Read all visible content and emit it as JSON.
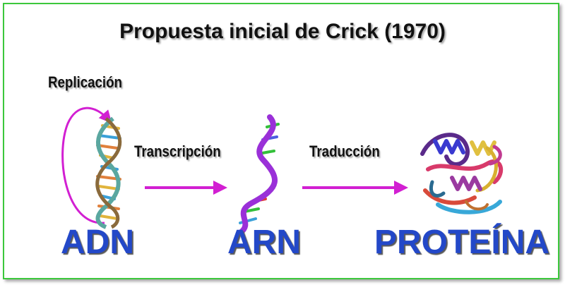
{
  "title": "Propuesta inicial de Crick (1970)",
  "processes": {
    "replication": "Replicación",
    "transcription": "Transcripción",
    "translation": "Traducción"
  },
  "molecules": {
    "dna": "ADN",
    "rna": "ARN",
    "protein": "PROTEÍNA"
  },
  "colors": {
    "frame": "#3cc83c",
    "arrow": "#d21fd2",
    "molecule_label": "#2348c8"
  }
}
